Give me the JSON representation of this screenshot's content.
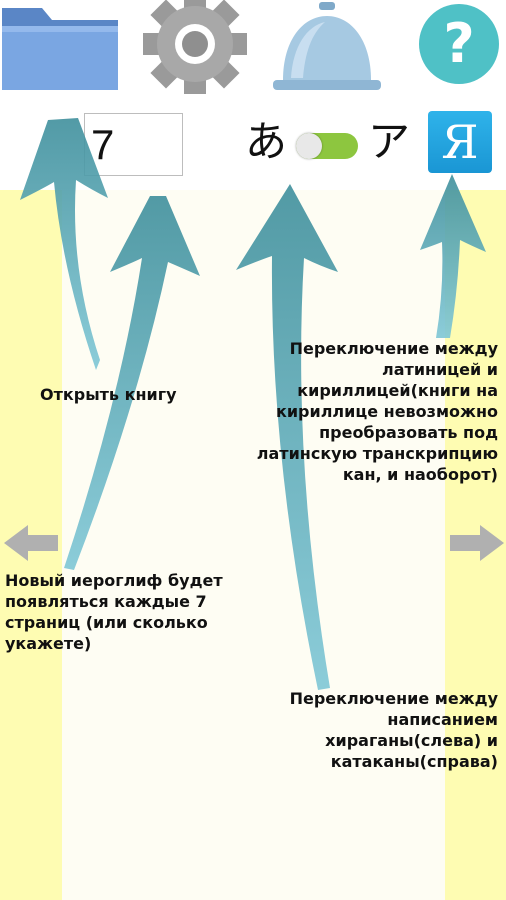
{
  "toolbar": {
    "items": [
      {
        "name": "folder-icon"
      },
      {
        "name": "gear-icon"
      },
      {
        "name": "bell-icon"
      },
      {
        "name": "help-icon"
      }
    ]
  },
  "controls": {
    "interval_value": "7",
    "hiragana_label": "あ",
    "katakana_label": "ア",
    "script_button_label": "Я",
    "kana_toggle_state": "katakana"
  },
  "annotations": {
    "open_book": "Открыть книгу",
    "interval": "Новый иероглиф будет\nпоявляться каждые 7\nстраниц (или сколько\nукажете)",
    "kana_switch": "Переключение между\nнаписанием\nхираганы(слева) и\nкатаканы(справа)",
    "script_switch": "Переключение между\nлатиницей и\nкириллицей(книги на\nкириллице невозможно\nпреобразовать под\nлатинскую транскрипцию\nкан, и наоборот)"
  },
  "colors": {
    "side_panel": "#fefcb2",
    "center_panel": "#fefdf3",
    "arrow": "#4fa3b3",
    "toggle_on": "#8dc63f",
    "ya_button": "#1a96d4",
    "folder": "#6e9bd8"
  }
}
